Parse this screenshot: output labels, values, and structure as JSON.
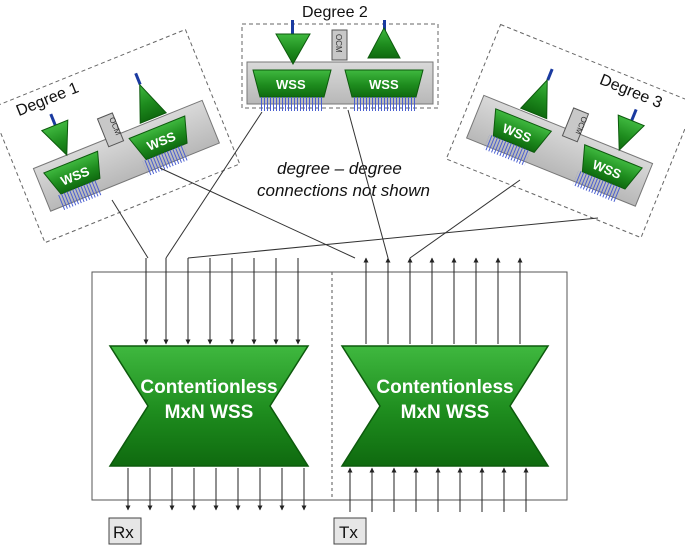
{
  "degrees": [
    {
      "label": "Degree 1",
      "wss_left": "WSS",
      "wss_right": "WSS",
      "ocm": "OCM"
    },
    {
      "label": "Degree 2",
      "wss_left": "WSS",
      "wss_right": "WSS",
      "ocm": "OCM"
    },
    {
      "label": "Degree 3",
      "wss_left": "WSS",
      "wss_right": "WSS",
      "ocm": "OCM"
    }
  ],
  "note": {
    "line1": "degree – degree",
    "line2": "connections not shown"
  },
  "mxn_left": {
    "line1": "Contentionless",
    "line2": "MxN WSS"
  },
  "mxn_right": {
    "line1": "Contentionless",
    "line2": "MxN WSS"
  },
  "ports": {
    "rx": "Rx",
    "tx": "Tx"
  },
  "colors": {
    "green": "#1e8c1e",
    "green_dark": "#0d5a0d",
    "port_blue": "#4a5fd0",
    "stub_blue": "#1a3aa0"
  }
}
